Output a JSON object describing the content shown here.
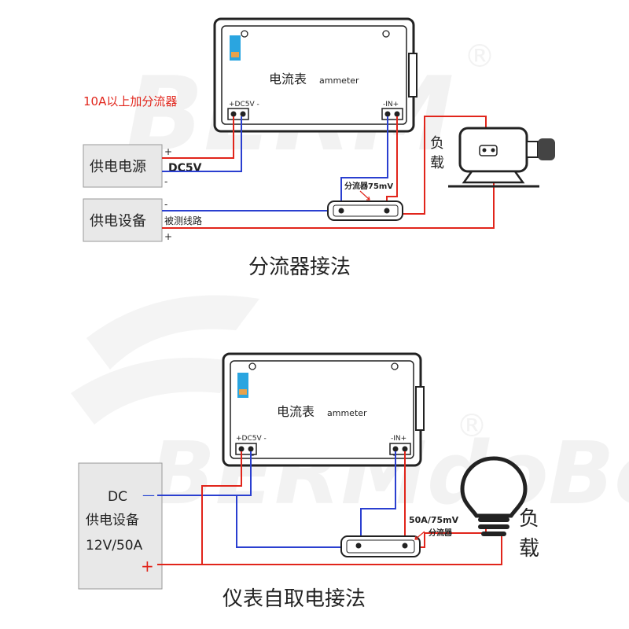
{
  "watermark": {
    "brand_top": "BERM",
    "brand_bottom": "BERMdoBet",
    "registered": "®"
  },
  "top_diagram": {
    "meter_name": "电流表",
    "meter_name_en": "ammeter",
    "terminal_power": "+DC5V -",
    "terminal_in": "-IN+",
    "note_over_10a": "10A以上加分流器",
    "supply_label": "供电电源",
    "supply_voltage": "DC5V",
    "supply_plus": "+",
    "supply_minus": "-",
    "device_label": "供电设备",
    "device_minus": "-",
    "device_plus": "+",
    "line_label": "被测线路",
    "shunt_label": "分流器75mV",
    "load_label": "负载",
    "caption": "分流器接法"
  },
  "bottom_diagram": {
    "meter_name": "电流表",
    "meter_name_en": "ammeter",
    "terminal_power": "+DC5V -",
    "terminal_in": "-IN+",
    "device_line1": "DC",
    "device_line2": "供电设备",
    "device_line3": "12V/50A",
    "device_minus": "—",
    "device_plus": "+",
    "shunt_rating": "50A/75mV",
    "shunt_label": "分流器",
    "load_label": "负载",
    "caption": "仪表自取电接法"
  },
  "colors": {
    "red_wire": "#e1251b",
    "blue_wire": "#2a3fd0",
    "box_fill": "#e8e8e8"
  }
}
